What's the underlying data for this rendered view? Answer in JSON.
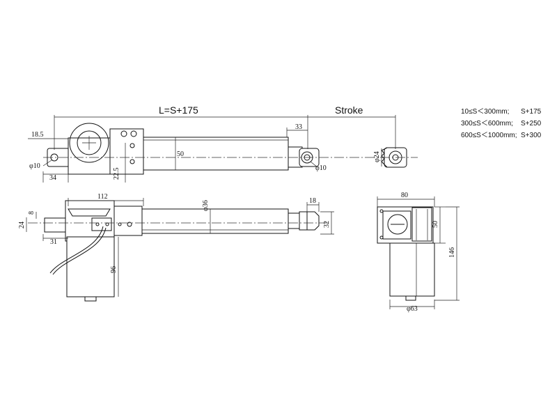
{
  "top_view": {
    "length_label": "L=S+175",
    "stroke_label": "Stroke",
    "dim_18_5": "18.5",
    "dim_33": "33",
    "dim_50": "50",
    "dim_22_5": "22.5",
    "dim_phi10_left": "φ10",
    "dim_34": "34",
    "dim_phi24": "φ24",
    "dim_phi10_right": "φ10"
  },
  "front_view": {
    "dim_112": "112",
    "dim_8": "8",
    "dim_24": "24",
    "dim_31": "31",
    "dim_phi36": "φ36",
    "dim_18": "18",
    "dim_32": "32",
    "dim_96": "96"
  },
  "side_view": {
    "dim_80": "80",
    "dim_50": "50",
    "dim_146": "146",
    "dim_phi63": "φ63"
  },
  "stroke_table": [
    {
      "range": "10≤S＜300mm;",
      "value": "S+175"
    },
    {
      "range": "300≤S＜600mm;",
      "value": "S+250"
    },
    {
      "range": "600≤S＜1000mm;",
      "value": "S+300"
    }
  ]
}
